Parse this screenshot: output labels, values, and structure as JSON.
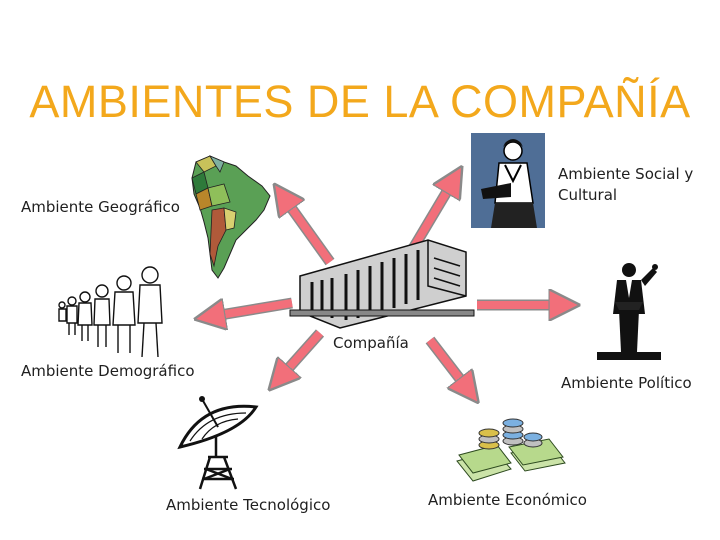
{
  "title": "AMBIENTES DE LA COMPAÑÍA",
  "center": {
    "label": "Compañía"
  },
  "labels": {
    "geografico": "Ambiente Geográfico",
    "social_line1": "Ambiente Social y",
    "social_line2": "Cultural",
    "demografico": "Ambiente Demográfico",
    "politico": "Ambiente Político",
    "tecnologico": "Ambiente Tecnológico",
    "economico": "Ambiente Económico"
  },
  "colors": {
    "title": "#f3a81c",
    "arrow_fill": "#f26f7a",
    "arrow_stroke": "#9a9a9a"
  }
}
